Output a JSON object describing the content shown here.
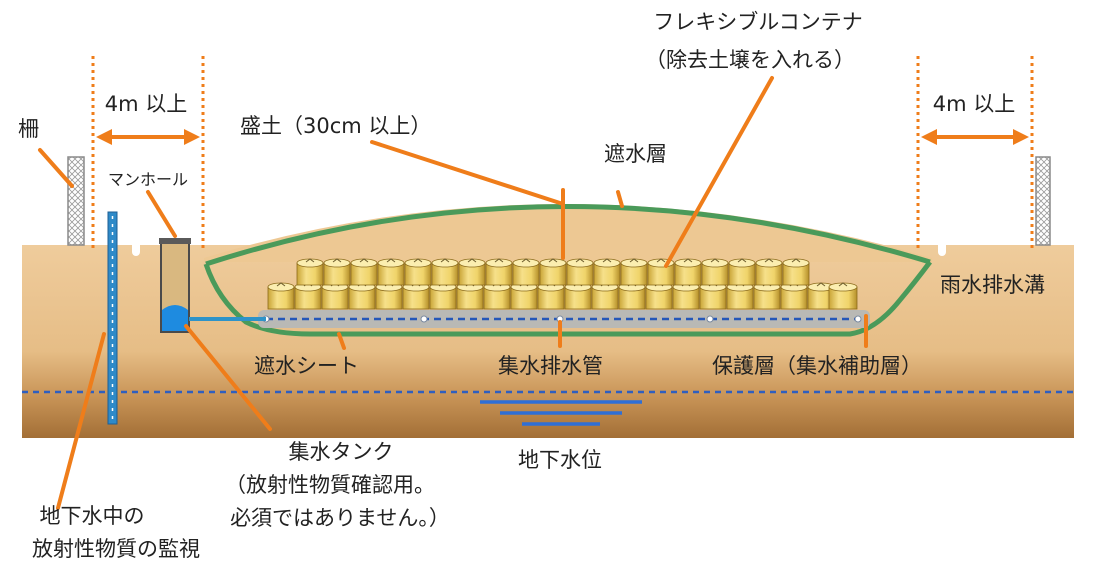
{
  "labels": {
    "flex_container_line1": "フレキシブルコンテナ",
    "flex_container_line2": "（除去土壌を入れる）",
    "distance_left": "4m 以上",
    "distance_right": "4m 以上",
    "fence": "柵",
    "manhole": "マンホール",
    "embankment": "盛土（30cm 以上）",
    "impermeable_layer": "遮水層",
    "rainwater_ditch": "雨水排水溝",
    "impermeable_sheet": "遮水シート",
    "drain_pipe": "集水排水管",
    "protective_layer": "保護層（集水補助層）",
    "tank_line1": "集水タンク",
    "tank_line2": "（放射性物質確認用。",
    "tank_line3": "必須ではありません。）",
    "groundwater_level": "地下水位",
    "monitoring_line1": "地下水中の",
    "monitoring_line2": "放射性物質の監視"
  },
  "colors": {
    "soil": "#ecc99a",
    "soil_deep": "#a9783f",
    "impermeable_layer": "#4a9a5a",
    "callout": "#ef7d1a",
    "container": "#f2d870",
    "water": "#2f6fd6",
    "pipe": "#2e93c8",
    "fence": "#c8c8c8"
  }
}
